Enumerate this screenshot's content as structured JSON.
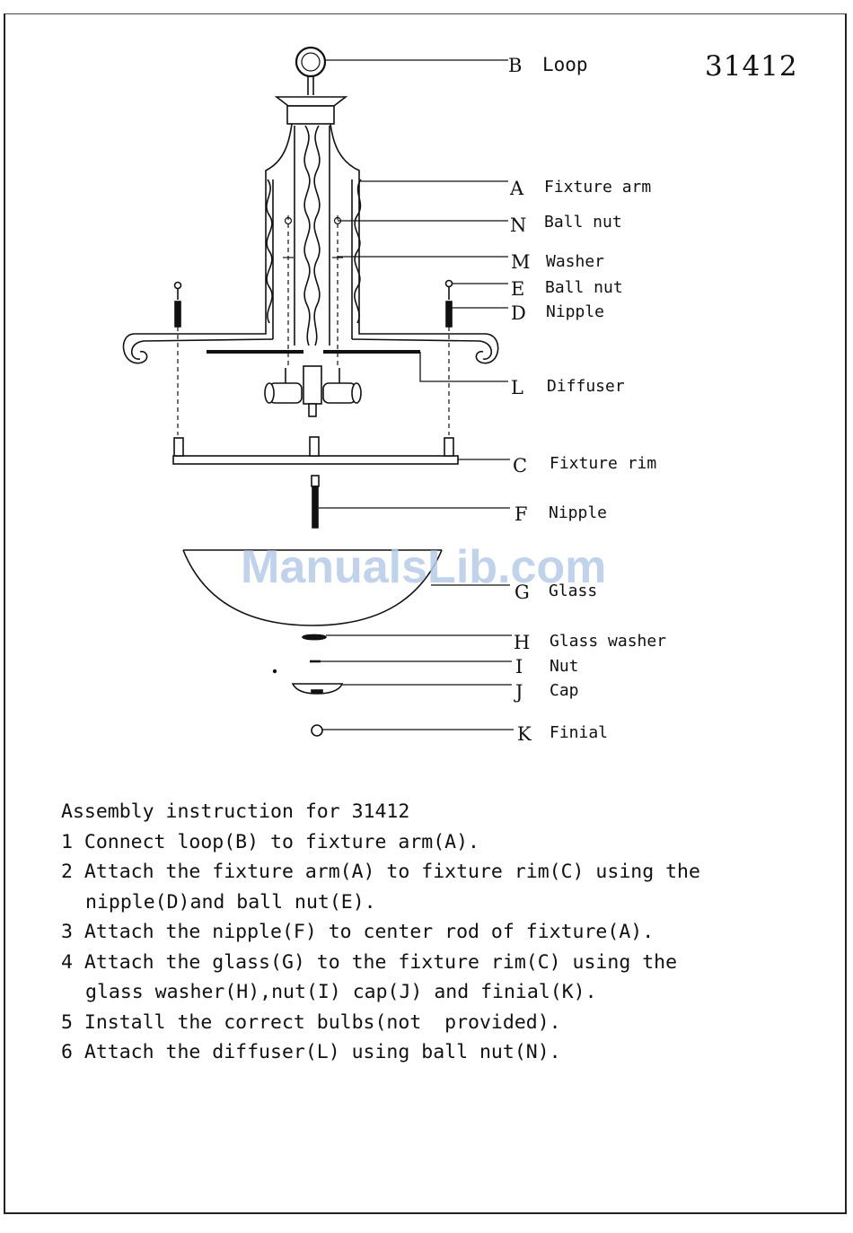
{
  "model_number": "31412",
  "watermark": "ManualsLib.com",
  "parts": [
    {
      "letter": "B",
      "name": "Loop"
    },
    {
      "letter": "A",
      "name": "Fixture arm"
    },
    {
      "letter": "N",
      "name": "Ball nut"
    },
    {
      "letter": "M",
      "name": "Washer"
    },
    {
      "letter": "E",
      "name": "Ball nut"
    },
    {
      "letter": "D",
      "name": "Nipple"
    },
    {
      "letter": "L",
      "name": "Diffuser"
    },
    {
      "letter": "C",
      "name": "Fixture rim"
    },
    {
      "letter": "F",
      "name": "Nipple"
    },
    {
      "letter": "G",
      "name": "Glass"
    },
    {
      "letter": "H",
      "name": "Glass washer"
    },
    {
      "letter": "I",
      "name": "Nut"
    },
    {
      "letter": "J",
      "name": "Cap"
    },
    {
      "letter": "K",
      "name": "Finial"
    }
  ],
  "instructions": {
    "title": "Assembly instruction for 31412",
    "lines": [
      "1 Connect loop(B) to fixture arm(A).",
      "2 Attach the fixture arm(A) to fixture rim(C) using the",
      "nipple(D)and ball nut(E).",
      "3 Attach the nipple(F) to center rod of fixture(A).",
      "4 Attach the glass(G) to the fixture rim(C) using the",
      "glass washer(H),nut(I) cap(J) and finial(K).",
      "5 Install the correct bulbs(not  provided).",
      "6 Attach the diffuser(L) using ball nut(N)."
    ]
  }
}
